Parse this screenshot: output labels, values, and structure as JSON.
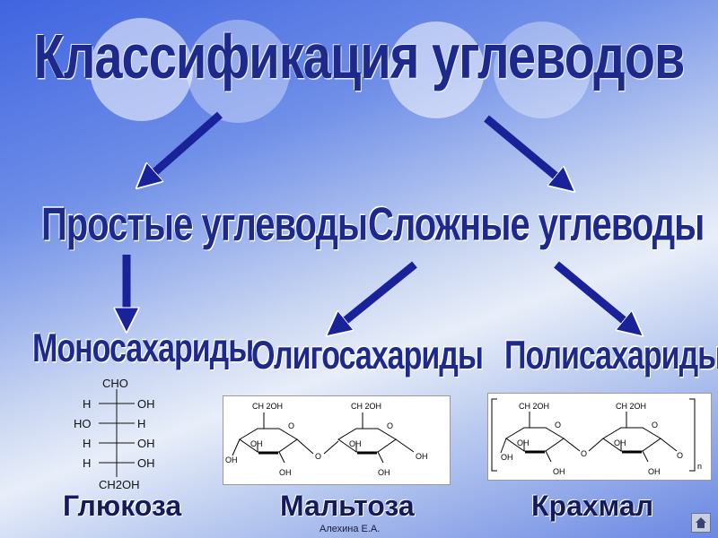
{
  "title": "Классификация углеводов",
  "branches": {
    "simple": "Простые углеводы",
    "complex": "Сложные углеводы"
  },
  "groups": {
    "mono": "Моносахариды",
    "oligo": "Олигосахариды",
    "poly": "Полисахариды"
  },
  "examples": {
    "glucose": "Глюкоза",
    "maltose": "Мальтоза",
    "starch": "Крахмал"
  },
  "fischer": {
    "top": "CHO",
    "rows": [
      [
        "H",
        "OH"
      ],
      [
        "HO",
        "H"
      ],
      [
        "H",
        "OH"
      ],
      [
        "H",
        "OH"
      ]
    ],
    "bottom": "CH2OH"
  },
  "maltose_labels": {
    "ch2oh_1": "CH 2OH",
    "ch2oh_2": "CH 2OH",
    "o": "O",
    "oh": "OH"
  },
  "starch_labels": {
    "ch2oh_1": "CH 2OH",
    "ch2oh_2": "CH 2OH",
    "o": "O",
    "oh": "OH",
    "n": "n"
  },
  "author": "Алехина Е.А.",
  "colors": {
    "arrow": "#1a2299",
    "text": "#1d2a8c"
  },
  "nav_icon": "home-icon"
}
